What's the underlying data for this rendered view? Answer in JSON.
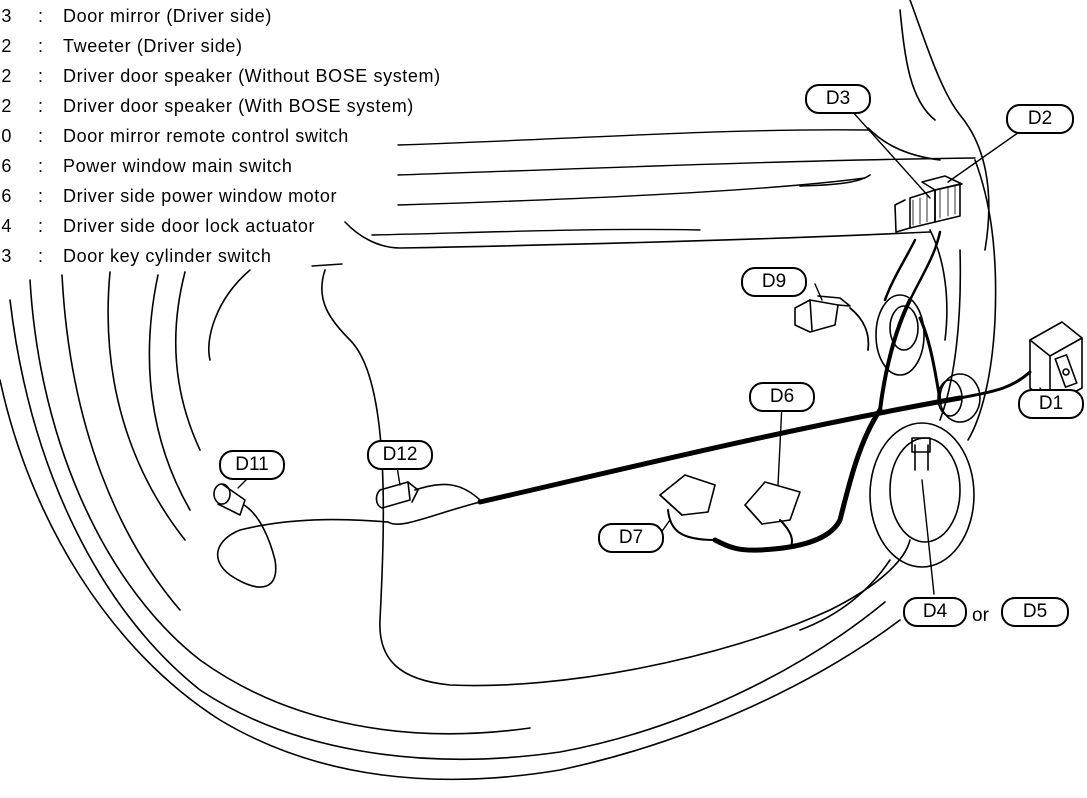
{
  "legend": [
    {
      "code": "3",
      "description": "Door mirror (Driver side)"
    },
    {
      "code": "2",
      "description": "Tweeter (Driver side)"
    },
    {
      "code": "2",
      "description": "Driver door speaker (Without BOSE system)"
    },
    {
      "code": "2",
      "description": "Driver door speaker (With BOSE system)"
    },
    {
      "code": "0",
      "description": "Door mirror remote control switch"
    },
    {
      "code": "6",
      "description": "Power window main switch"
    },
    {
      "code": "6",
      "description": "Driver side power window motor"
    },
    {
      "code": "4",
      "description": "Driver side door lock actuator"
    },
    {
      "code": "3",
      "description": "Door key cylinder switch"
    }
  ],
  "legend_separator": ":",
  "connectors": {
    "d1": "D1",
    "d2": "D2",
    "d3": "D3",
    "d4": "D4",
    "d5": "D5",
    "d6": "D6",
    "d7": "D7",
    "d9": "D9",
    "d11": "D11",
    "d12": "D12"
  },
  "or_text": "or"
}
